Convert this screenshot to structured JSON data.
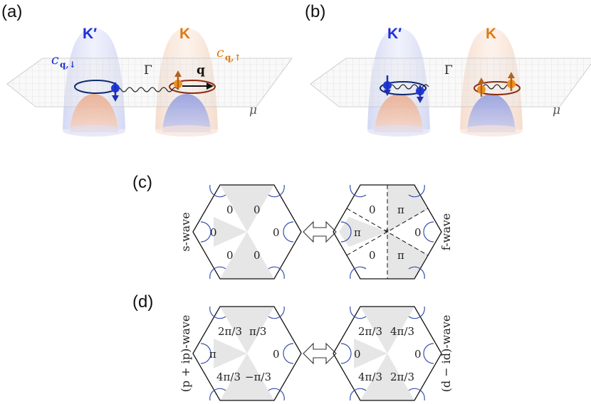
{
  "panels": {
    "a": {
      "label": "(a)",
      "valley_left": "K′",
      "valley_right": "K",
      "op_left": "c",
      "op_left_sub": "q,↓",
      "op_right": "c",
      "op_right_sub": "q,↑",
      "gamma": "Γ",
      "momentum": "q",
      "mu": "μ"
    },
    "b": {
      "label": "(b)",
      "valley_left": "K′",
      "valley_right": "K",
      "gamma": "Γ",
      "mu": "μ"
    },
    "c": {
      "label": "(c)",
      "left_wave": "s-wave",
      "right_wave": "f-wave",
      "left_phases": [
        "0",
        "0",
        "0",
        "0",
        "0",
        "0"
      ],
      "right_phases": [
        "0",
        "π",
        "π",
        "0",
        "π",
        "0"
      ]
    },
    "d": {
      "label": "(d)",
      "left_wave": "(p + ip)-wave",
      "right_wave": "(d − id)-wave",
      "left_phases": [
        "2π/3",
        "π/3",
        "π",
        "0",
        "4π/3",
        "−π/3"
      ],
      "right_phases": [
        "2π/3",
        "4π/3",
        "0",
        "0",
        "4π/3",
        "2π/3"
      ]
    }
  },
  "colors": {
    "kprime_blue": "#1f2fd6",
    "k_orange": "#e07a12",
    "sector_gray": "#e6e6e6",
    "fermi_arc": "#3a4fae"
  }
}
